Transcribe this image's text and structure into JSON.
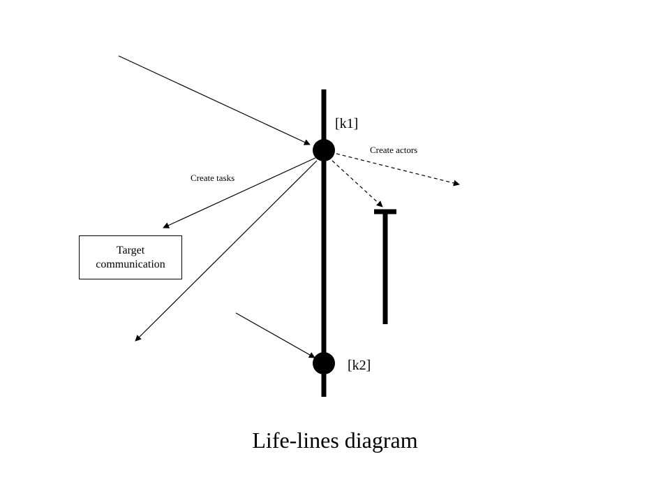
{
  "labels": {
    "k1": "[k1]",
    "k2": "[k2]",
    "create_actors": "Create actors",
    "create_tasks": "Create tasks",
    "target_box": "Target communication"
  },
  "caption": "Life-lines diagram",
  "colors": {
    "ink": "#000000",
    "background": "#ffffff"
  },
  "icons": {
    "arrowhead": "filled-triangle-arrow",
    "event_node": "filled-circle",
    "actor_lifeline": "t-bar"
  }
}
